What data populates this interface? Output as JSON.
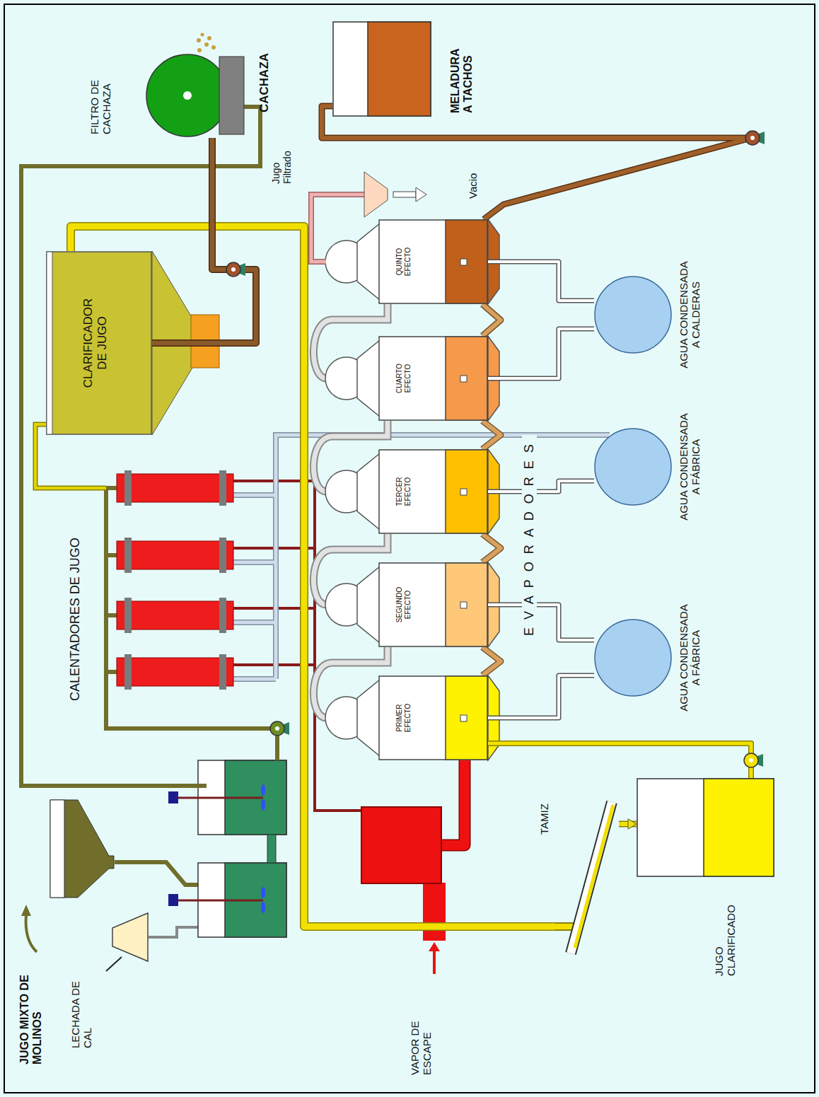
{
  "diagram": {
    "nodes": [
      {
        "text": [
          "JUGO MIXTO DE MOLINOS"
        ]
      },
      {
        "text": [
          "LECHADA DE CAL"
        ]
      },
      {
        "text": [
          "VAPOR DE ESCAPE"
        ]
      },
      {
        "text": [
          "TAMIZ"
        ]
      },
      {
        "text": [
          "JUGO CLARIFICADO"
        ]
      },
      {
        "text": [
          "PRIMER EFECTO"
        ]
      },
      {
        "text": [
          "SEGUNDO EFECTO"
        ]
      },
      {
        "text": [
          "TERCER EFECTO"
        ]
      },
      {
        "text": [
          "CUARTO EFECTO"
        ]
      },
      {
        "text": [
          "QUINTO EFECTO"
        ]
      },
      {
        "text": [
          "CLARIFICADOR DE JUGO"
        ]
      },
      {
        "text": [
          "FILTRO DE CACHAZA"
        ]
      },
      {
        "text": [
          "MELADURA A TACHOS"
        ]
      },
      {
        "text": [
          "AGUA CONDENSADA A FÁBRICA"
        ]
      },
      {
        "text": [
          "AGUA CONDENSADA A FÁBRICA"
        ]
      },
      {
        "text": [
          "AGUA CONDENSADA A CALDERAS"
        ]
      }
    ],
    "edges": [
      {
        "from": 2,
        "to": 5,
        "arrow": "none"
      },
      {
        "from": 4,
        "to": 5,
        "arrow": "none"
      },
      {
        "from": 5,
        "to": 6,
        "arrow": "none"
      },
      {
        "from": 6,
        "to": 7,
        "arrow": "none"
      },
      {
        "from": 7,
        "to": 8,
        "arrow": "none"
      },
      {
        "from": 8,
        "to": 9,
        "arrow": "none"
      },
      {
        "from": 9,
        "to": 12,
        "arrow": "none"
      },
      {
        "from": 10,
        "to": 3,
        "arrow": "none"
      },
      {
        "from": 3,
        "to": 4,
        "arrow": "to"
      },
      {
        "from": 10,
        "to": 11,
        "arrow": "none"
      },
      {
        "from": 5,
        "to": 13,
        "arrow": "none"
      },
      {
        "from": 6,
        "to": 13,
        "arrow": "none"
      },
      {
        "from": 7,
        "to": 14,
        "arrow": "none"
      },
      {
        "from": 8,
        "to": 15,
        "arrow": "none"
      },
      {
        "from": 9,
        "to": 15,
        "arrow": "none"
      }
    ],
    "labels": [
      "CALENTADORES DE JUGO",
      "CACHAZA",
      "Jugo Filtrado",
      "Vacio",
      "EVAPORADORES"
    ]
  }
}
